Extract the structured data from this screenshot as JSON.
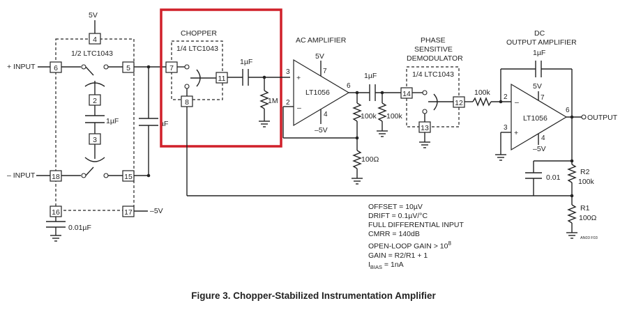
{
  "figure": {
    "caption": "Figure 3. Chopper-Stabilized Instrumentation Amplifier",
    "highlight_color": "#d0202a"
  },
  "inputs": {
    "plus": "+ INPUT",
    "minus": "– INPUT"
  },
  "output": "OUTPUT",
  "supplies": {
    "v5": "5V",
    "vneg5": "–5V"
  },
  "blocks": {
    "input_switch": "1/2 LTC1043",
    "chopper_title": "CHOPPER",
    "chopper_part": "1/4 LTC1043",
    "ac_amp_title": "AC AMPLIFIER",
    "ac_amp_part": "LT1056",
    "psd_title_1": "PHASE",
    "psd_title_2": "SENSITIVE",
    "psd_title_3": "DEMODULATOR",
    "psd_part": "1/4 LTC1043",
    "dc_title_1": "DC",
    "dc_title_2": "OUTPUT AMPLIFIER",
    "dc_part": "LT1056"
  },
  "pins": {
    "p4": "4",
    "p6": "6",
    "p5": "5",
    "p2": "2",
    "p3": "3",
    "p18": "18",
    "p15": "15",
    "p16": "16",
    "p17": "17",
    "p7": "7",
    "p8": "8",
    "p11": "11",
    "p14": "14",
    "p12": "12",
    "p13": "13",
    "ac_in_p": "3",
    "ac_in_n": "2",
    "ac_out": "6",
    "ac_v7": "7",
    "ac_v4": "4",
    "dc_in_n": "2",
    "dc_in_p": "3",
    "dc_out": "6",
    "dc_v7": "7",
    "dc_v4": "4"
  },
  "components": {
    "c_fly": "1µF",
    "c_hold": "µF",
    "c_chop": "1µF",
    "r_1m": "1M",
    "c_ac": "1µF",
    "r_100k_a": "100k",
    "r_100k_b": "100k",
    "r_100ohm": "100Ω",
    "r_psd": "100k",
    "c_int": "1µF",
    "c_001": "0.01",
    "r2_name": "R2",
    "r2_val": "100k",
    "r1_name": "R1",
    "r1_val": "100Ω",
    "c_pin16": "0.01µF"
  },
  "notes": {
    "offset": "OFFSET = 10µV",
    "drift": "DRIFT = 0.1µV/°C",
    "diff": "FULL DIFFERENTIAL INPUT",
    "cmrr": "CMRR = 140dB",
    "olg_pre": "OPEN-LOOP GAIN > 10",
    "olg_exp": "8",
    "gain": "GAIN = R2/R1 + 1",
    "ibias_i": "I",
    "ibias_sub": "BIAS",
    "ibias_val": " = 1nA"
  },
  "code": "AN03 F03"
}
